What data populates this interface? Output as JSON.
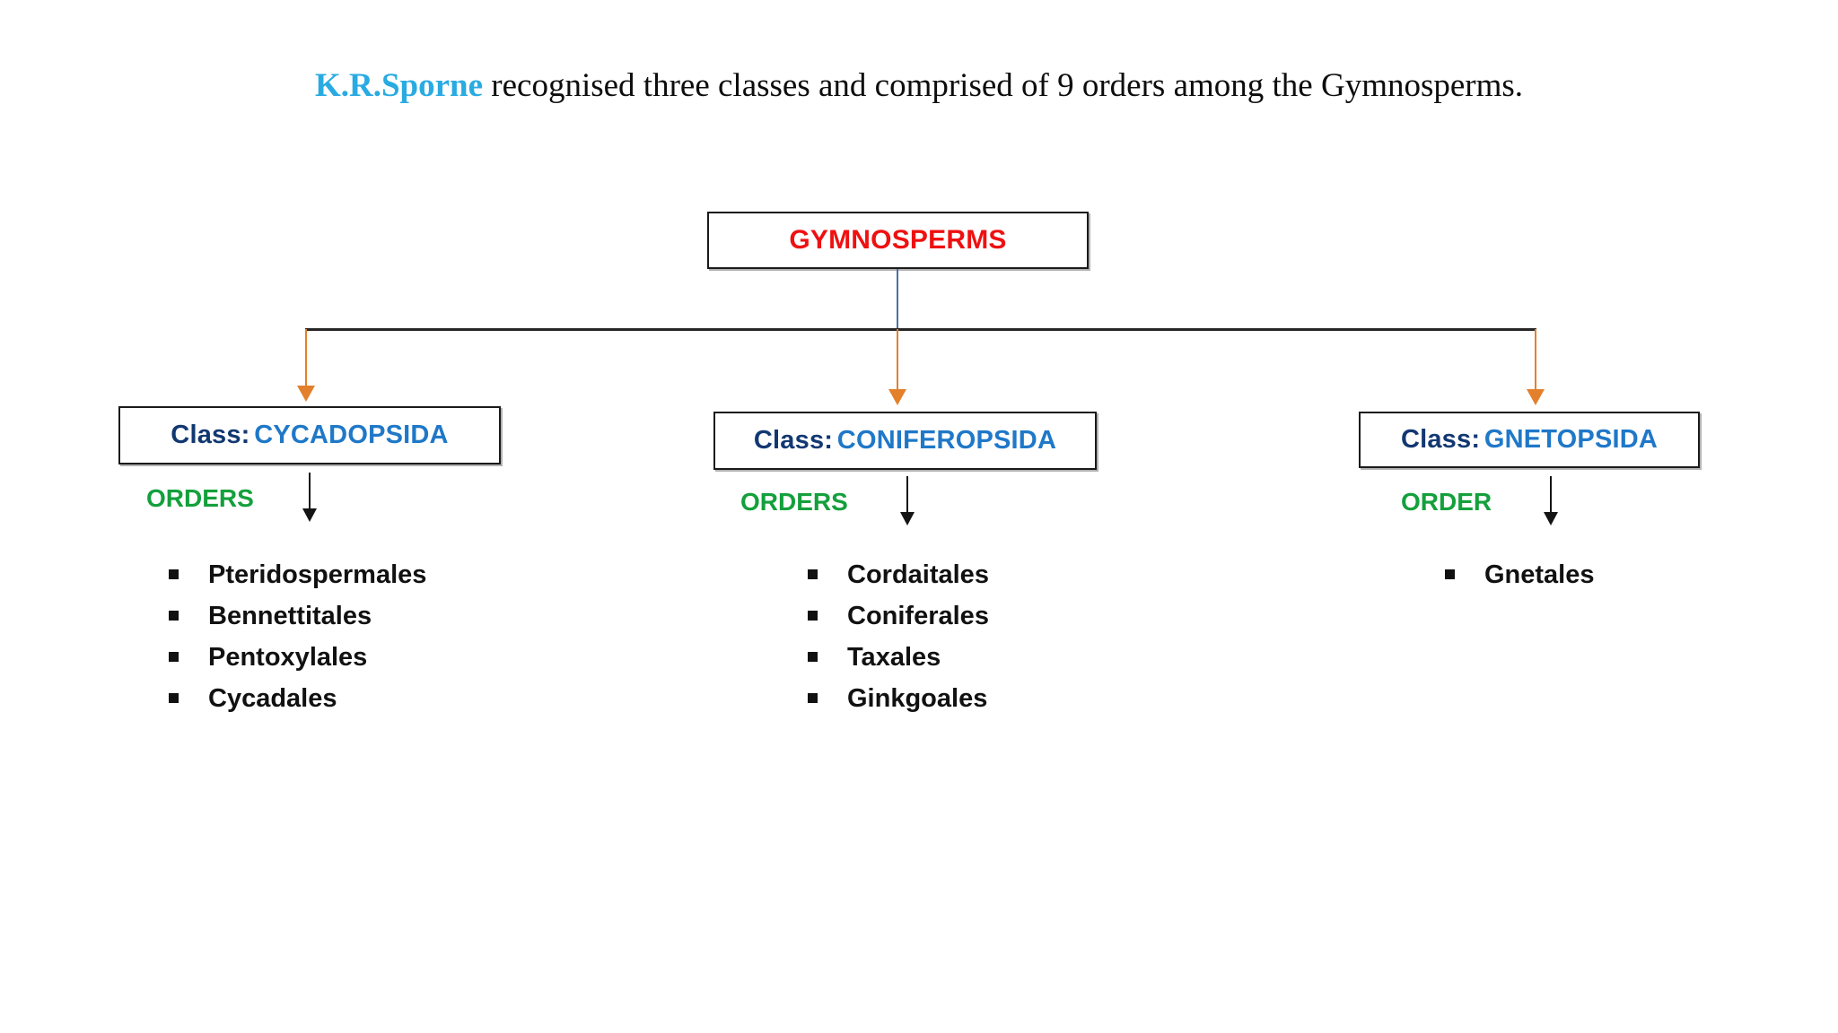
{
  "title": {
    "author": "K.R.Sporne",
    "rest": " recognised three classes and comprised of 9 orders among the Gymnosperms."
  },
  "colors": {
    "author_blue": "#29ABE2",
    "root_red": "#EE1111",
    "class_label_navy": "#123872",
    "class_name_blue": "#1F78C8",
    "orders_green": "#14A03C",
    "connector_orange": "#E3802B",
    "connector_blue": "#4A72A8",
    "connector_black": "#262626",
    "bullet_black": "#111111"
  },
  "root": {
    "label": "GYMNOSPERMS"
  },
  "classes": [
    {
      "prefix": "Class:",
      "name": "CYCADOPSIDA",
      "orders_heading": "ORDERS",
      "orders": [
        "Pteridospermales",
        "Bennettitales",
        "Pentoxylales",
        "Cycadales"
      ]
    },
    {
      "prefix": "Class:",
      "name": "CONIFEROPSIDA",
      "orders_heading": "ORDERS",
      "orders": [
        "Cordaitales",
        "Coniferales",
        "Taxales",
        "Ginkgoales"
      ]
    },
    {
      "prefix": "Class:",
      "name": "GNETOPSIDA",
      "orders_heading": "ORDER",
      "orders": [
        "Gnetales"
      ]
    }
  ]
}
